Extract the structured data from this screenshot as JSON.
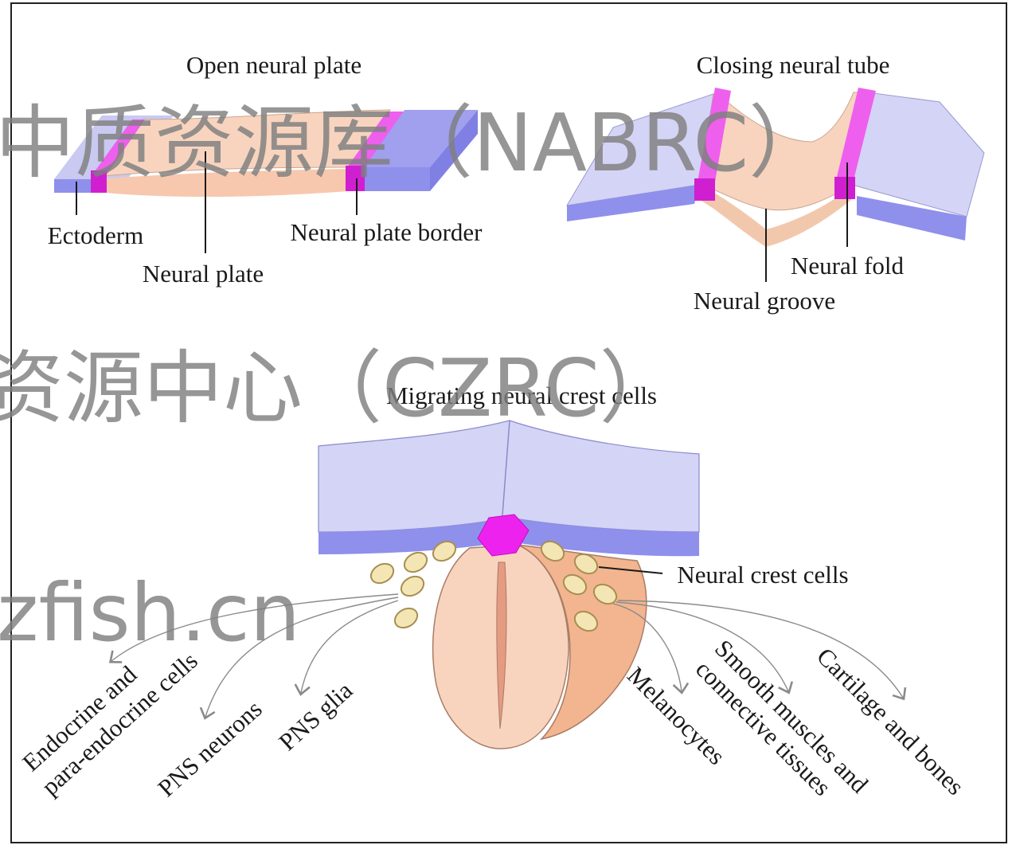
{
  "panels": {
    "open_plate": {
      "title": "Open neural plate",
      "labels": {
        "ectoderm": "Ectoderm",
        "neural_plate": "Neural plate",
        "plate_border": "Neural plate border"
      }
    },
    "closing_tube": {
      "title": "Closing neural tube",
      "labels": {
        "neural_fold": "Neural fold",
        "neural_groove": "Neural groove"
      }
    },
    "migrating": {
      "title": "Migrating neural crest cells",
      "labels": {
        "crest_cells": "Neural crest cells"
      },
      "fates": {
        "endocrine_1": "Endocrine and",
        "endocrine_2": "para-endocrine cells",
        "pns_neurons": "PNS neurons",
        "pns_glia": "PNS glia",
        "melanocytes": "Melanocytes",
        "smooth_1": "Smooth muscles and",
        "smooth_2": "connective tissues",
        "cartilage": "Cartilage and bones"
      }
    }
  },
  "watermarks": {
    "line1": "中质资源库（NABRC）",
    "line2": "资源中心（CZRC）",
    "line3": "zfish.cn"
  },
  "colors": {
    "ectoderm_top": "#c9c9f2",
    "ectoderm_side": "#8f8fec",
    "neural_plate": "#f8d4bf",
    "neural_plate_side": "#f2b999",
    "border_magenta": "#ee5fee",
    "border_dark": "#d01fd0",
    "cell_fill": "#f4e6b4",
    "frame": "#222222"
  }
}
